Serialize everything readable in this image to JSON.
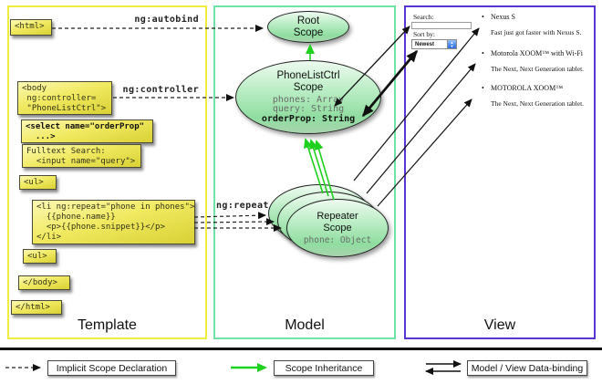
{
  "panels": {
    "template": {
      "label": "Template"
    },
    "model": {
      "label": "Model"
    },
    "view": {
      "label": "View"
    }
  },
  "template_code": {
    "html_open": "<html>",
    "body_open": "<body\n ng:controller=\n \"PhoneListCtrl\">",
    "select": "<select name=\"orderProp\"\n  ...>",
    "fulltext": "Fulltext Search:\n  <input name=\"query\">",
    "ul_open": "<ul>",
    "li_repeat": "<li ng:repeat=\"phone in phones\">\n  {{phone.name}}\n  <p>{{phone.snippet}}</p>\n</li>",
    "ul_close": "<ul>",
    "body_close": "</body>",
    "html_close": "</html>"
  },
  "annotations": {
    "autobind": "ng:autobind",
    "controller": "ng:controller",
    "repeat": "ng:repeat"
  },
  "scopes": {
    "root": {
      "title": "Root\nScope"
    },
    "phone_list": {
      "title": "PhoneListCtrl\nScope",
      "props_gray": "phones: Array\nquery: String",
      "prop_bold": "orderProp: String"
    },
    "repeater": {
      "title": "Repeater\nScope",
      "prop": "phone: Object"
    }
  },
  "view": {
    "search_label": "Search:",
    "search_value": "",
    "sort_label": "Sort by:",
    "sort_value": "Newest",
    "bullet": "•",
    "items": [
      {
        "name": "Nexus S",
        "snippet": "Fast just got faster with Nexus S."
      },
      {
        "name": "Motorola XOOM™ with Wi-Fi",
        "snippet": "The Next, Next Generation tablet."
      },
      {
        "name": "MOTOROLA XOOM™",
        "snippet": "The Next, Next Generation tablet."
      }
    ]
  },
  "legend": {
    "items": [
      {
        "label": "Implicit Scope Declaration",
        "arrow": "dashed-black"
      },
      {
        "label": "Scope Inheritance",
        "arrow": "solid-green"
      },
      {
        "label": "Model / View Data-binding",
        "arrow": "double-black"
      }
    ]
  },
  "colors": {
    "template_border": "#f0ee3c",
    "model_border": "#6fe3a5",
    "view_border": "#5a35d6",
    "code_box_fill": "#f1ea62",
    "scope_fill": "#a5e5b4",
    "inheritance_arrow": "#1fd11f",
    "binding_arrow": "#111111"
  }
}
